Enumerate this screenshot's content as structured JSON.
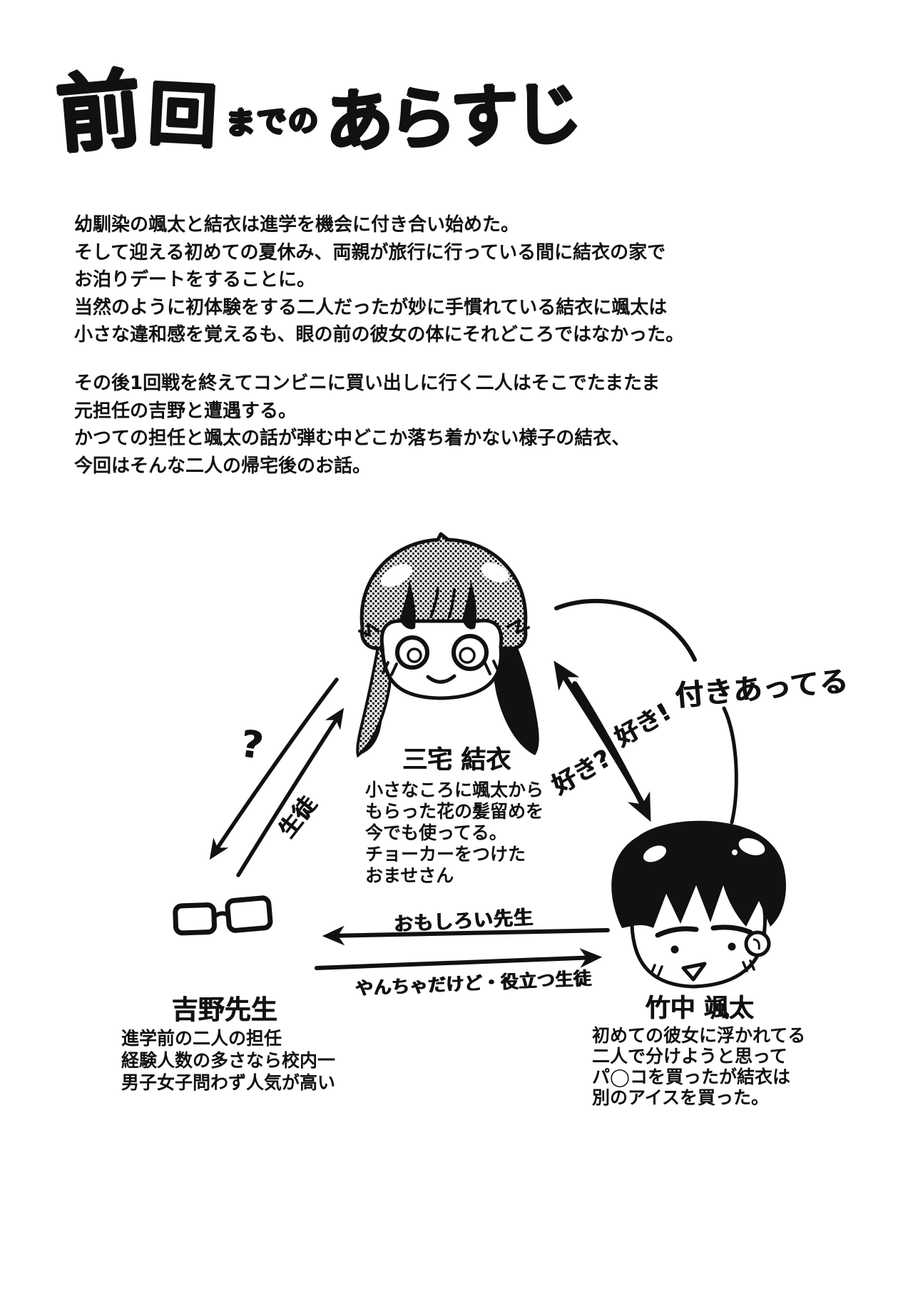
{
  "colors": {
    "ink": "#111111",
    "paper": "#ffffff"
  },
  "title": {
    "full": "前回までのあらすじ",
    "parts": [
      "前",
      "回",
      "までの",
      "あらすじ"
    ]
  },
  "synopsis": {
    "p1": [
      "幼馴染の颯太と結衣は進学を機会に付き合い始めた。",
      "そして迎える初めての夏休み、両親が旅行に行っている間に結衣の家で",
      "お泊りデートをすることに。",
      "当然のように初体験をする二人だったが妙に手慣れている結衣に颯太は",
      "小さな違和感を覚えるも、眼の前の彼女の体にそれどころではなかった。"
    ],
    "p2": [
      "その後1回戦を終えてコンビニに買い出しに行く二人はそこでたまたま",
      "元担任の吉野と遭遇する。",
      "かつての担任と颯太の話が弾む中どこか落ち着かない様子の結衣、",
      "今回はそんな二人の帰宅後のお話。"
    ]
  },
  "diagram": {
    "yui": {
      "name": "三宅 結衣",
      "bio": [
        "小さなころに颯太から",
        "もらった花の髪留めを",
        "今でも使ってる。",
        "チョーカーをつけた",
        "おませさん"
      ]
    },
    "souta": {
      "name": "竹中 颯太",
      "bio": [
        "初めての彼女に浮かれてる",
        "二人で分けようと思って",
        "パ◯コを買ったが結衣は",
        "別のアイスを買った。"
      ]
    },
    "yoshino": {
      "name": "吉野先生",
      "bio": [
        "進学前の二人の担任",
        "経験人数の多さなら校内一",
        "男子女子問わず人気が高い"
      ]
    },
    "labels": {
      "dating": "付きあってる",
      "like_excl": "好き!",
      "like_q": "好き?",
      "question_mark": "?",
      "student": "生徒",
      "fun_teacher": "おもしろい先生",
      "useful_student": "やんちゃだけど・役立つ生徒"
    }
  }
}
